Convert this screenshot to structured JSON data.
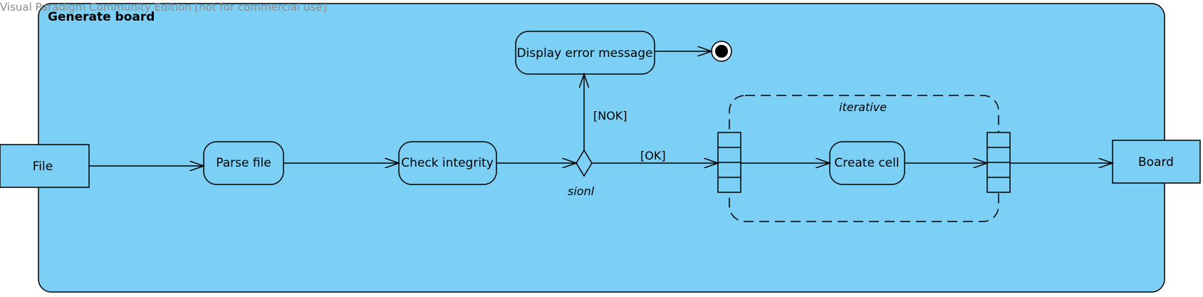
{
  "watermark": "Visual Paradigm Community Edition [not for commercial use]",
  "activity": {
    "title": "Generate board"
  },
  "nodes": {
    "file": "File",
    "parse_file": "Parse file",
    "check_integrity": "Check integrity",
    "display_error": "Display error message",
    "create_cell": "Create cell",
    "board": "Board"
  },
  "decision": {
    "label": "sionl"
  },
  "guards": {
    "nok": "[NOK]",
    "ok": "[OK]"
  },
  "region": {
    "label": "iterative"
  },
  "colors": {
    "fill": "#7ccff5",
    "stroke": "#000000",
    "background": "#ffffff"
  }
}
